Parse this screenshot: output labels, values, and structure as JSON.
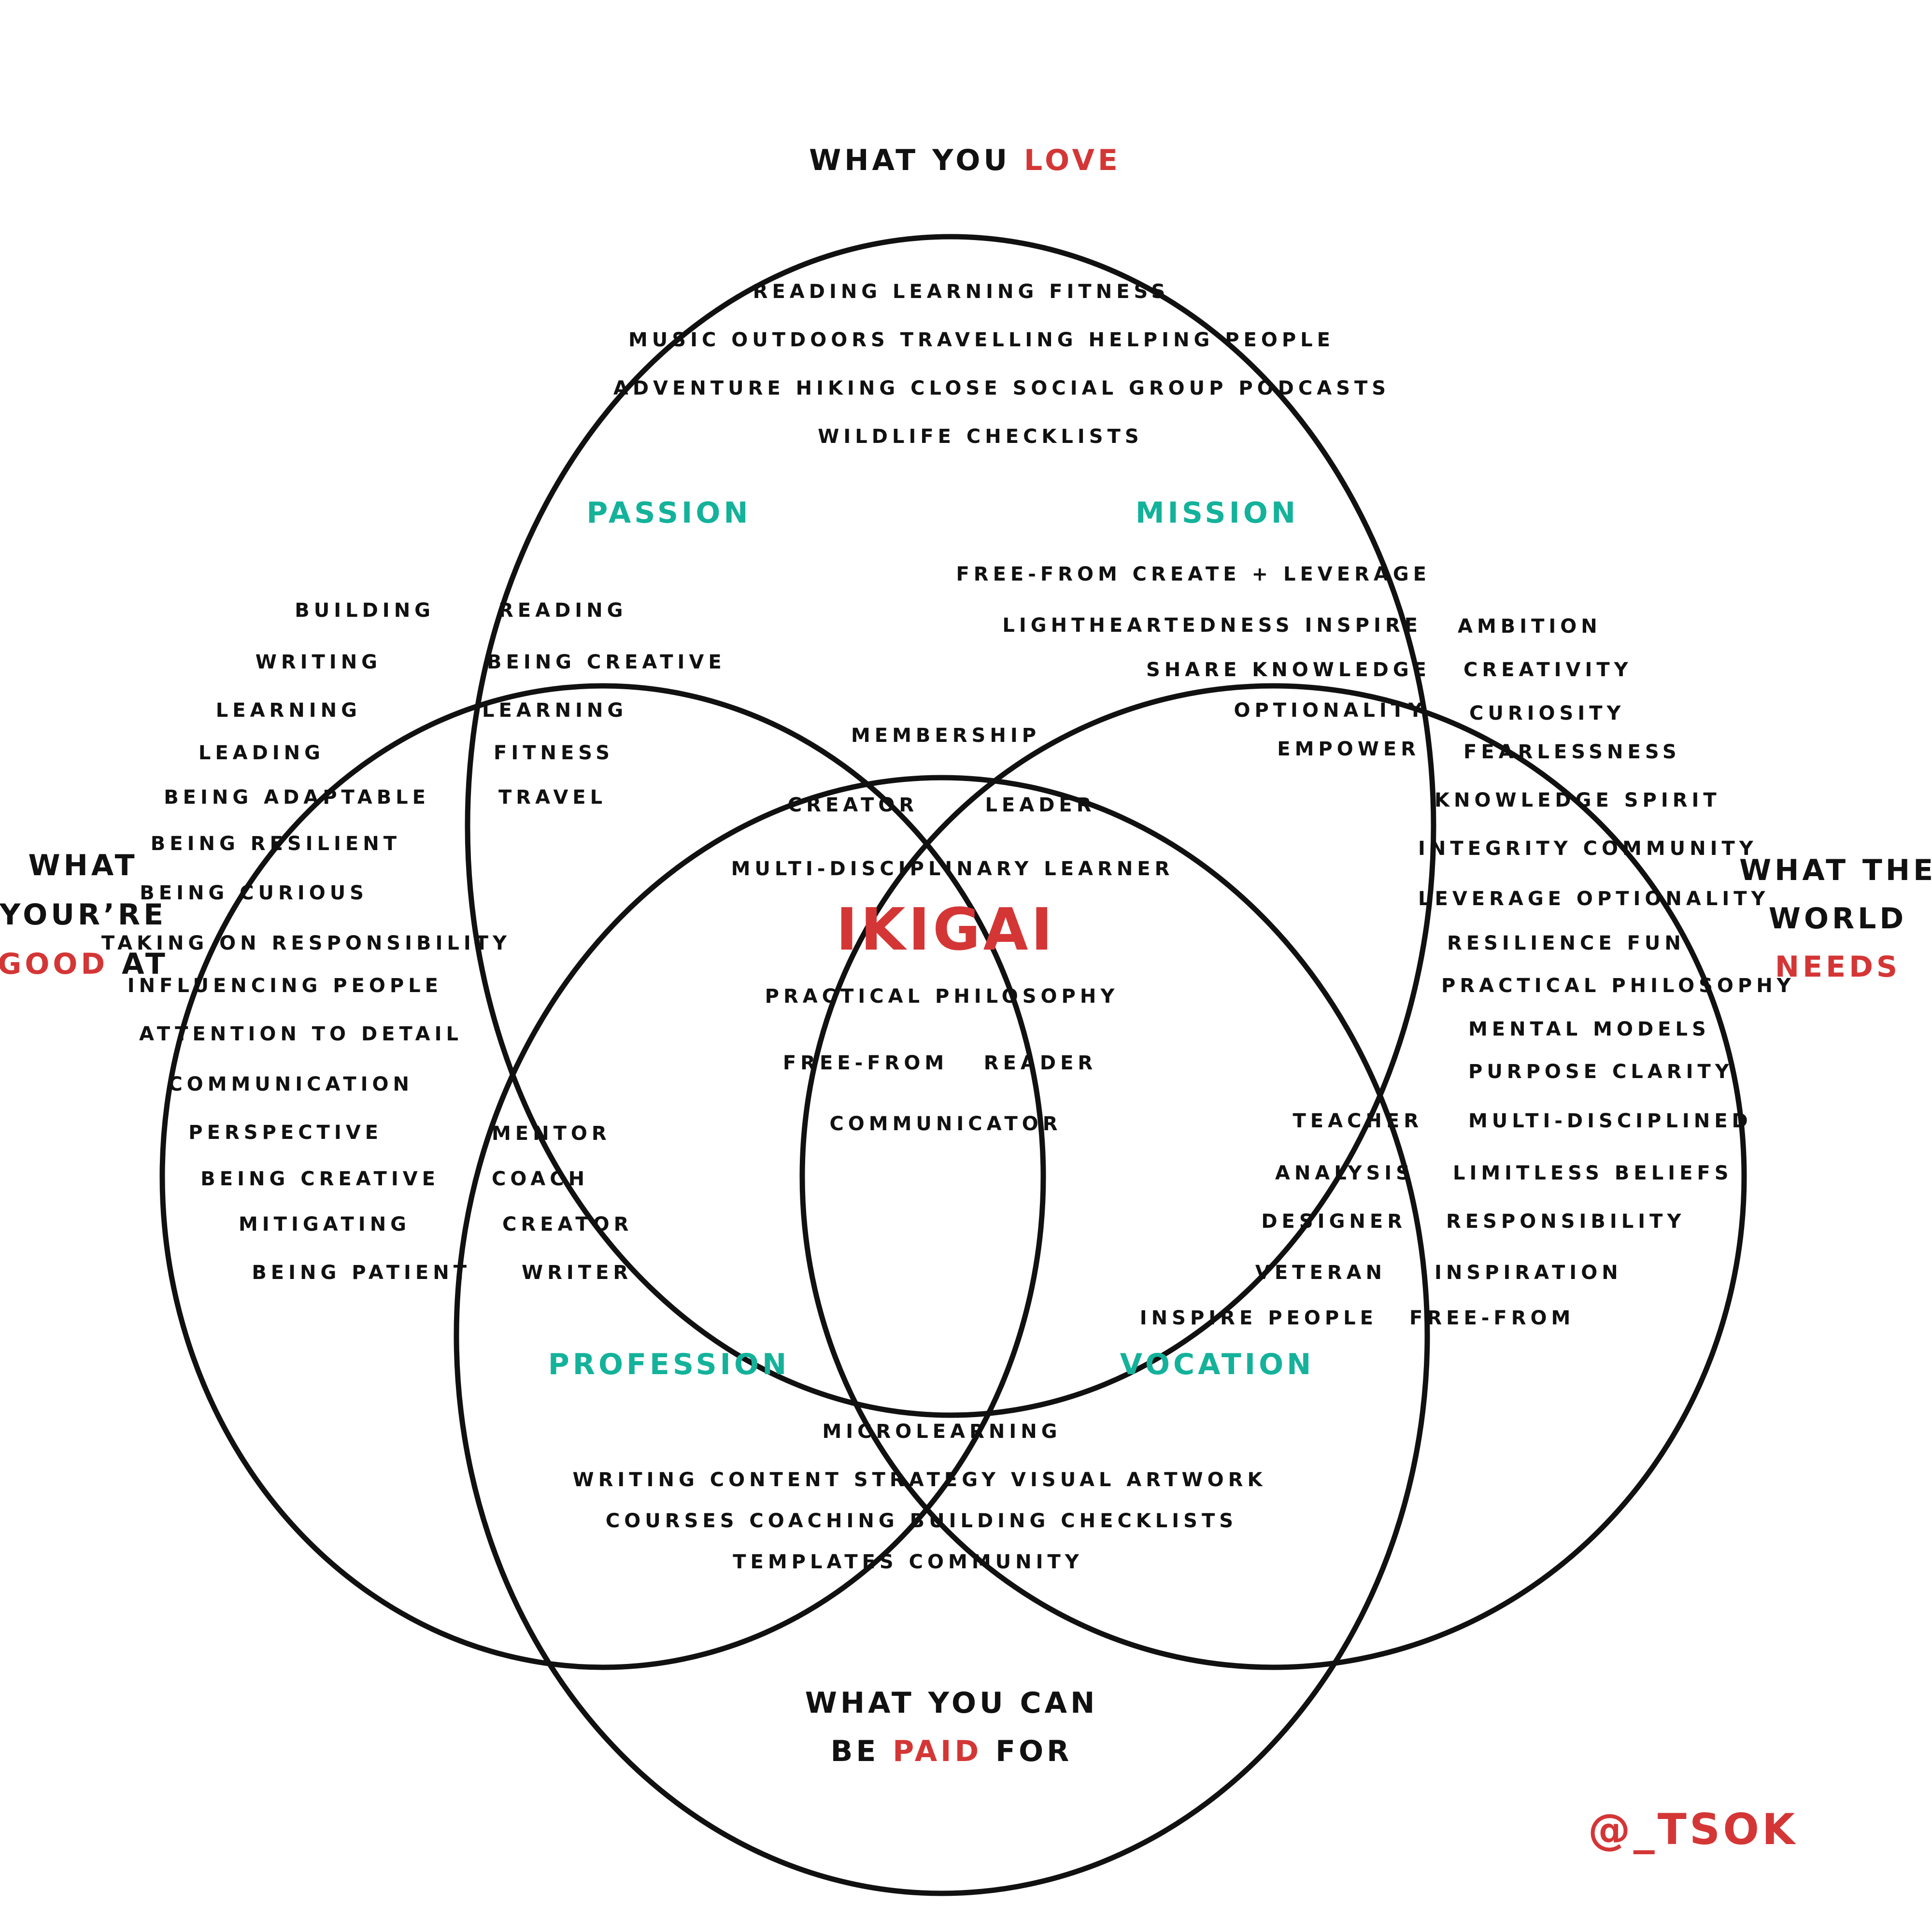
{
  "headings": {
    "love": {
      "pre": "WHAT YOU ",
      "accent": "LOVE"
    },
    "good": {
      "line1": "WHAT",
      "line2": "YOUR’RE",
      "accent": "GOOD",
      "post": " AT"
    },
    "world": {
      "line1": "WHAT THE",
      "line2": "WORLD",
      "accent": "NEEDS"
    },
    "paid": {
      "line1": "WHAT YOU CAN",
      "pre": "BE ",
      "accent": "PAID",
      "post": " FOR"
    }
  },
  "zones": {
    "passion": "PASSION",
    "mission": "MISSION",
    "profession": "PROFESSION",
    "vocation": "VOCATION",
    "center": "IKIGAI"
  },
  "love_only": [
    "READING  LEARNING  FITNESS",
    "MUSIC  OUTDOORS  TRAVELLING  HELPING PEOPLE",
    "ADVENTURE  HIKING  CLOSE SOCIAL GROUP  PODCASTS",
    "WILDLIFE  CHECKLISTS"
  ],
  "good_only": [
    "BUILDING",
    "WRITING",
    "LEARNING",
    "LEADING",
    "BEING ADAPTABLE",
    "BEING RESILIENT",
    "BEING CURIOUS",
    "TAKING ON RESPONSIBILITY",
    "INFLUENCING PEOPLE",
    "ATTENTION TO DETAIL",
    "COMMUNICATION",
    "PERSPECTIVE",
    "BEING CREATIVE",
    "MITIGATING",
    "BEING PATIENT"
  ],
  "passion_items": [
    "READING",
    "BEING CREATIVE",
    "LEARNING",
    "FITNESS",
    "TRAVEL"
  ],
  "mission_items": [
    "FREE-FROM  CREATE + LEVERAGE",
    "LIGHTHEARTEDNESS  INSPIRE",
    "SHARE KNOWLEDGE",
    "OPTIONALITY",
    "EMPOWER"
  ],
  "world_only": [
    "AMBITION",
    "CREATIVITY",
    "CURIOSITY",
    "FEARLESSNESS",
    "KNOWLEDGE  SPIRIT",
    "INTEGRITY COMMUNITY",
    "LEVERAGE  OPTIONALITY",
    "RESILIENCE  FUN",
    "PRACTICAL PHILOSOPHY",
    "MENTAL MODELS",
    "PURPOSE  CLARITY",
    "MULTI-DISCIPLINED",
    "LIMITLESS BELIEFS",
    "RESPONSIBILITY",
    "INSPIRATION",
    "FREE-FROM"
  ],
  "ikigai_items": {
    "membership": "MEMBERSHIP",
    "creator": "CREATOR",
    "leader": "LEADER",
    "learner": "MULTI-DISCIPLINARY LEARNER",
    "philosophy": "PRACTICAL PHILOSOPHY",
    "free_from": "FREE-FROM",
    "reader": "READER",
    "communicator": "COMMUNICATOR"
  },
  "profession_items": [
    "MENTOR",
    "COACH",
    "CREATOR",
    "WRITER"
  ],
  "vocation_items": [
    "TEACHER",
    "ANALYSIS",
    "DESIGNER",
    "VETERAN",
    "INSPIRE PEOPLE"
  ],
  "paid_only": [
    "MICROLEARNING",
    "WRITING  CONTENT STRATEGY  VISUAL ARTWORK",
    "COURSES  COACHING  BUILDING  CHECKLISTS",
    "TEMPLATES  COMMUNITY"
  ],
  "handle": "@_TSOK",
  "colors": {
    "accent_red": "#d43636",
    "zone_teal": "#14b29a",
    "ink": "#111111"
  }
}
